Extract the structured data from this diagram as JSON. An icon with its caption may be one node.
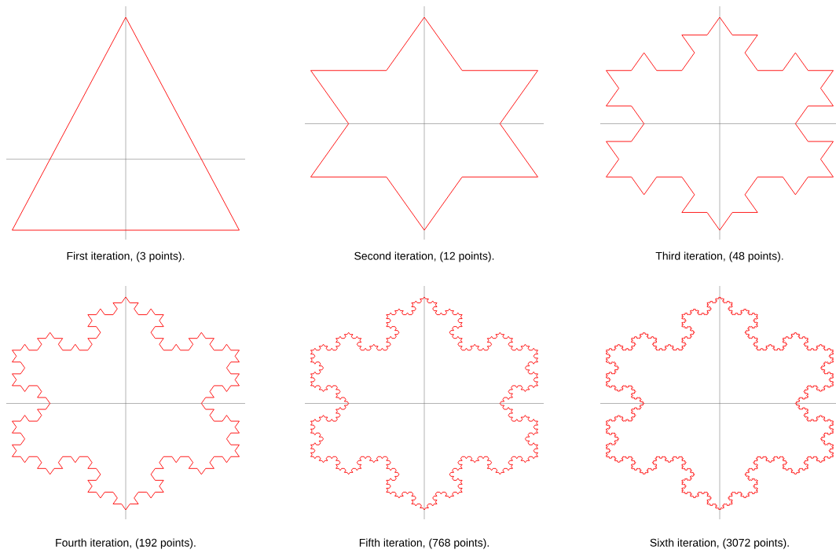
{
  "diagram": {
    "labels": [
      "First iteration, (3 points).",
      "Second iteration, (12 points).",
      "Third iteration, (48 points).",
      "Fourth iteration, (192 points).",
      "Fifth iteration, (768 points).",
      "Sixth iteration, (3072 points)."
    ]
  }
}
